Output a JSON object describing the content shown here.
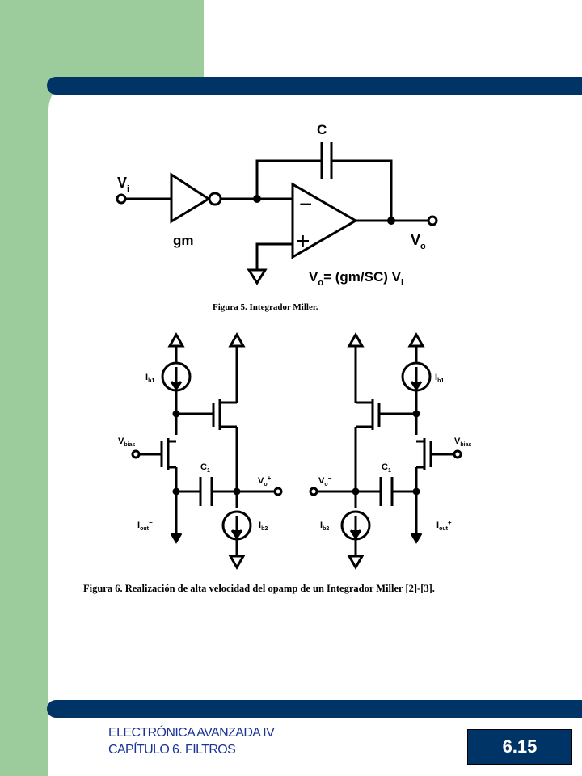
{
  "fig5": {
    "cap_label": "C",
    "input_label": "V",
    "input_sub": "i",
    "gm_label": "gm",
    "output_label": "V",
    "output_sub": "o",
    "minus_sign": "−",
    "plus_sign": "+",
    "eq_v": "V",
    "eq_sub_o": "o",
    "eq_mid": "= (gm/SC)  V",
    "eq_sub_i": "i",
    "caption": "Figura 5. Integrador Miller."
  },
  "fig6": {
    "left": {
      "ib1": "I",
      "ib1_sub": "b1",
      "vbias": "V",
      "vbias_sub": "bias",
      "c1": "C",
      "c1_sub": "1",
      "vo": "V",
      "vo_sub": "o",
      "vo_sup": "+",
      "iout": "I",
      "iout_sub": "out",
      "iout_sup": "−",
      "ib2": "I",
      "ib2_sub": "b2"
    },
    "right": {
      "ib1": "I",
      "ib1_sub": "b1",
      "vbias": "V",
      "vbias_sub": "bias",
      "c1": "C",
      "c1_sub": "1",
      "vo": "V",
      "vo_sub": "o",
      "vo_sup": "−",
      "iout": "I",
      "iout_sub": "out",
      "iout_sup": "+",
      "ib2": "I",
      "ib2_sub": "b2"
    },
    "caption": "Figura 6. Realización de alta velocidad del opamp de un Integrador Miller [2]-[3]."
  },
  "footer": {
    "line1": "ELECTRÓNICA AVANZADA IV",
    "line2": "CAPÍTULO 6. FILTROS"
  },
  "slide_number": "6.15"
}
